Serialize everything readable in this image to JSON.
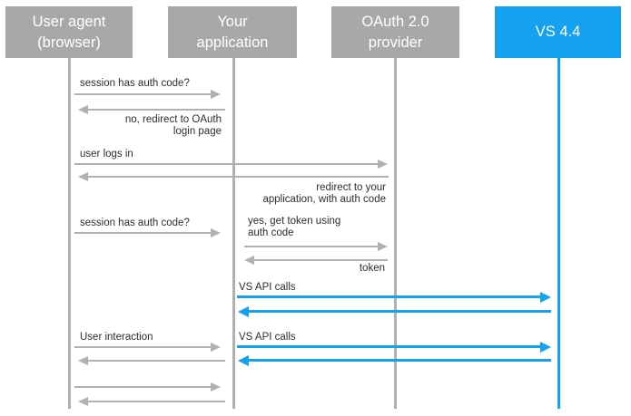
{
  "diagram": {
    "type": "sequence",
    "colors": {
      "participant_gray": "#a8a8a8",
      "accent_blue": "#14a2f0",
      "arrow_gray": "#b1b1b1",
      "lifeline_gray": "#b0b0b0",
      "label_text": "#2d2d2d",
      "participant_text": "#ffffff",
      "background": "#ffffff"
    },
    "participants": [
      {
        "name": "User agent\n(browser)",
        "color": "gray"
      },
      {
        "name": "Your\napplication",
        "color": "gray"
      },
      {
        "name": "OAuth 2.0\nprovider",
        "color": "gray"
      },
      {
        "name": "VS 4.4",
        "color": "blue"
      }
    ],
    "messages": [
      {
        "from": "User agent (browser)",
        "to": "Your application",
        "direction": "right",
        "color": "gray",
        "label": "session has auth code?"
      },
      {
        "from": "Your application",
        "to": "User agent (browser)",
        "direction": "left",
        "color": "gray",
        "label": "no, redirect to OAuth\nlogin page"
      },
      {
        "from": "User agent (browser)",
        "to": "OAuth 2.0 provider",
        "direction": "right",
        "color": "gray",
        "label": "user logs in"
      },
      {
        "from": "OAuth 2.0 provider",
        "to": "User agent (browser)",
        "direction": "left",
        "color": "gray",
        "label": "redirect to your\napplication, with auth code"
      },
      {
        "from": "User agent (browser)",
        "to": "Your application",
        "direction": "right",
        "color": "gray",
        "label": "session has auth code?"
      },
      {
        "from": "Your application",
        "to": "OAuth 2.0 provider",
        "direction": "right",
        "color": "gray",
        "label": "yes, get token using\nauth code"
      },
      {
        "from": "OAuth 2.0 provider",
        "to": "Your application",
        "direction": "left",
        "color": "gray",
        "label": "token"
      },
      {
        "from": "Your application",
        "to": "VS 4.4",
        "direction": "right",
        "color": "blue",
        "label": "VS API calls"
      },
      {
        "from": "VS 4.4",
        "to": "Your application",
        "direction": "left",
        "color": "blue",
        "label": ""
      },
      {
        "from": "User agent (browser)",
        "to": "Your application",
        "direction": "right",
        "color": "gray",
        "label": "User interaction"
      },
      {
        "from": "Your application",
        "to": "User agent (browser)",
        "direction": "left",
        "color": "gray",
        "label": ""
      },
      {
        "from": "Your application",
        "to": "VS 4.4",
        "direction": "right",
        "color": "blue",
        "label": "VS API calls"
      },
      {
        "from": "VS 4.4",
        "to": "Your application",
        "direction": "left",
        "color": "blue",
        "label": ""
      },
      {
        "from": "User agent (browser)",
        "to": "Your application",
        "direction": "right",
        "color": "gray",
        "label": ""
      },
      {
        "from": "Your application",
        "to": "User agent (browser)",
        "direction": "left",
        "color": "gray",
        "label": ""
      }
    ]
  }
}
